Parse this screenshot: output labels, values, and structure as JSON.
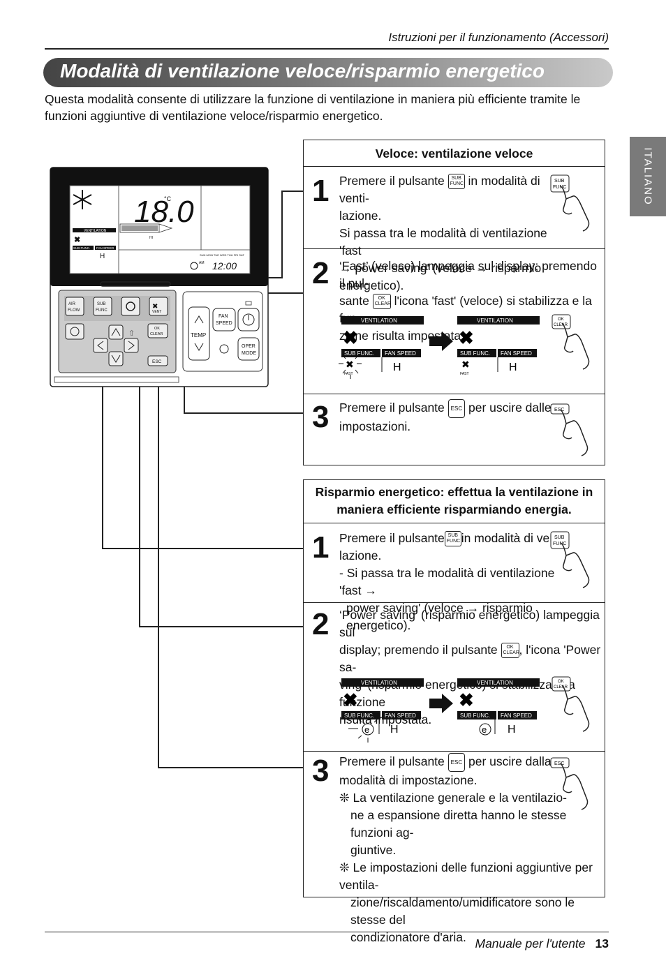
{
  "header": {
    "section": "Istruzioni per il funzionamento (Accessori)"
  },
  "title": "Modalità di ventilazione veloce/risparmio energetico",
  "intro": "Questa modalità consente di utilizzare la funzione di ventilazione in maniera più efficiente tramite le funzioni aggiuntive di ventilazione veloce/risparmio energetico.",
  "side_tab": "ITALIANO",
  "remote": {
    "display": {
      "temp": "18.0",
      "unit": "°C",
      "ventilation_label": "VENTILATION",
      "sub_func_label": "SUB FUNC.",
      "fan_speed_label": "FAN SPEED",
      "fan_speed_value": "H",
      "small_h": "HI",
      "days": "SUN MON TUE WED THU FRI SAT",
      "am": "AM",
      "clock": "12:00"
    },
    "buttons": {
      "air_flow": "AIR FLOW",
      "sub_func": "SUB FUNC",
      "vent": "VENT",
      "ok_clear": "OK CLEAR",
      "esc": "ESC",
      "fan_speed": "FAN SPEED",
      "temp": "TEMP",
      "oper_mode": "OPER MODE"
    }
  },
  "panel_fast": {
    "heading": "Veloce: ventilazione veloce",
    "step1": {
      "num": "1",
      "l1a": "Premere il pulsante",
      "l1b": "in modalità di venti-",
      "l2": "lazione.",
      "l3": "Si passa tra le modalità di ventilazione 'fast",
      "l4": "→ power saving' (veloce → risparmio energetico)."
    },
    "step2": {
      "num": "2",
      "l1": "‘Fast’ (veloce) lampeggia sul display; premendo il pul-",
      "l2a": "sante",
      "l2b": "l'icona 'fast' (veloce) si stabilizza e la fun-",
      "l3": "zione risulta impostata."
    },
    "step3": {
      "num": "3",
      "l1a": "Premere il pulsante",
      "l1b": "per uscire dalle",
      "l2": "impostazioni."
    },
    "mode_label": "FAST"
  },
  "panel_save": {
    "heading_l1": "Risparmio energetico: effettua la ventilazione in",
    "heading_l2": "maniera efficiente risparmiando energia.",
    "step1": {
      "num": "1",
      "l1a": "Premere il pulsante",
      "l1b": "in modalità di venti-",
      "l2": "lazione.",
      "l3": "- Si passa tra le modalità di ventilazione 'fast →",
      "l4": "power saving' (veloce → risparmio energetico)."
    },
    "step2": {
      "num": "2",
      "l1": "‘Power saving’ (risparmio energetico) lampeggia sul",
      "l2a": "display; premendo il pulsante",
      "l2b": ", l'icona 'Power sa-",
      "l3": "ving' (risparmio energetico) si stabilizza e la funzione",
      "l4": "risulta impostata."
    },
    "step3": {
      "num": "3",
      "l1a": "Premere il pulsante",
      "l1b": "per uscire dalla",
      "l2": "modalità di impostazione.",
      "n1a": "❊ La ventilazione generale e la ventilazio-",
      "n1b": "ne a espansione diretta hanno le stesse funzioni ag-",
      "n1c": "giuntive.",
      "n2a": "❊ Le impostazioni delle funzioni aggiuntive per ventila-",
      "n2b": "zione/riscaldamento/umidificatore sono le stesse del",
      "n2c": "condizionatore d'aria."
    },
    "mode_label": "e"
  },
  "key_labels": {
    "sub_func": "SUB FUNC",
    "ok_clear": "OK CLEAR",
    "esc": "ESC"
  },
  "footer": {
    "manual": "Manuale per l'utente",
    "page": "13"
  }
}
